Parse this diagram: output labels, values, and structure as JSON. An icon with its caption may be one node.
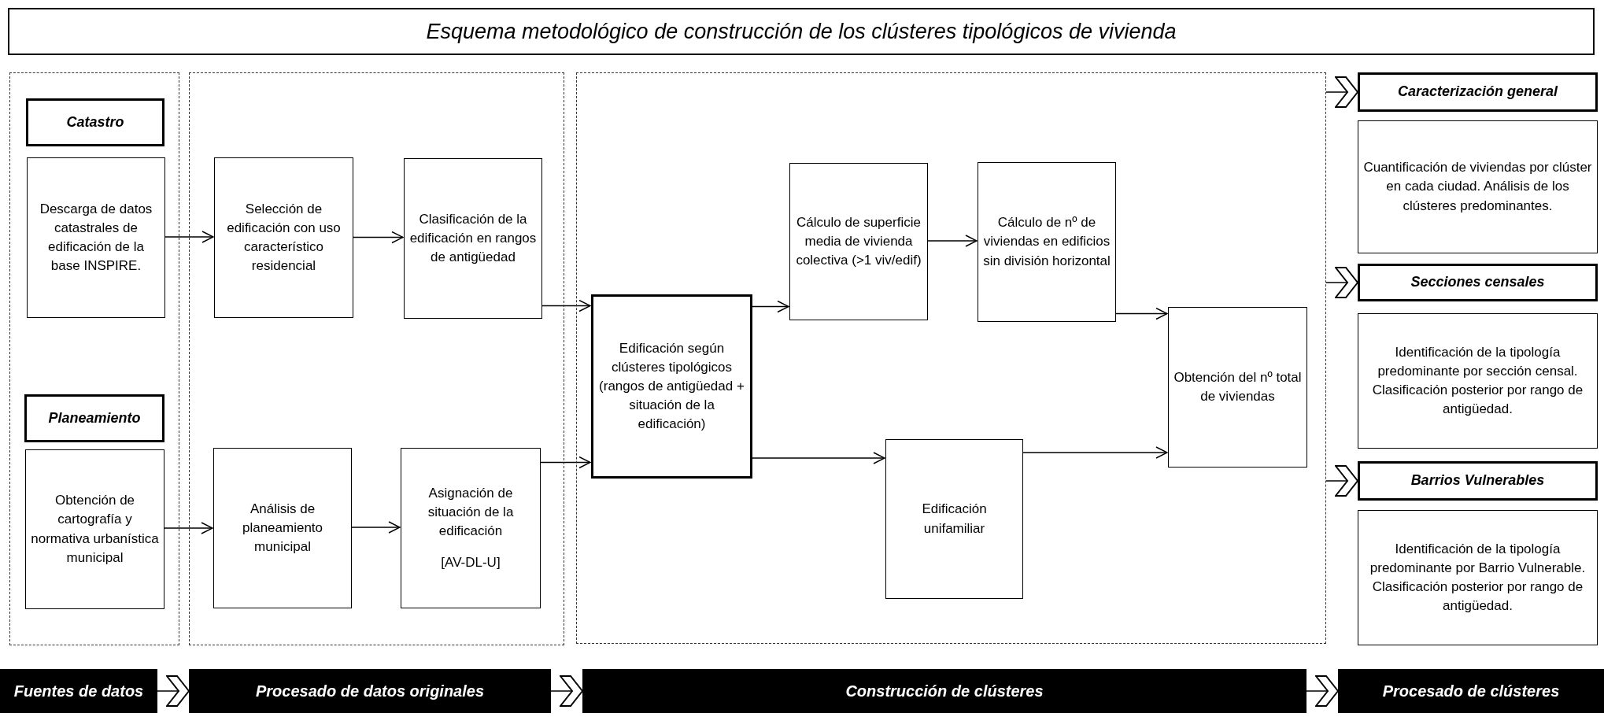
{
  "diagram": {
    "title": "Esquema metodológico de construcción de los clústeres tipológicos de vivienda",
    "nodes": [
      {
        "text": [],
        "shape": "box"
      },
      {
        "text": [
          "Catastro"
        ],
        "in": 0
      },
      {
        "text": [
          "Descarga de datos catastrales de edificación de la base INSPIRE."
        ],
        "in": 0
      },
      {
        "text": [
          "Planeamiento"
        ],
        "in": 0
      },
      {
        "text": [
          "Obtención de cartografía y normativa urbanística municipal"
        ],
        "in": 0
      },
      {
        "text": [],
        "shape": "box"
      },
      {
        "text": [
          "Selección de edificación con uso característico residencial"
        ],
        "in": 5
      },
      {
        "text": [
          "Clasificación de la edificación en rangos de antigüedad"
        ],
        "in": 5
      },
      {
        "text": [
          "Análisis de planeamiento municipal"
        ],
        "in": 5
      },
      {
        "text": [
          "Asignación de situación de la edificación",
          "[AV-DL-U]"
        ],
        "in": 5
      },
      {
        "text": [],
        "shape": "box"
      },
      {
        "text": [
          "Edificación según clústeres tipológicos (rangos de antigüedad + situación de la edificación)"
        ],
        "in": 10
      },
      {
        "text": [
          "Cálculo de superficie media de vivienda colectiva (>1 viv/edif)"
        ],
        "in": 10
      },
      {
        "text": [
          "Cálculo de nº de viviendas en edificios sin división horizontal"
        ],
        "in": 10
      },
      {
        "text": [
          "Edificación unifamiliar"
        ],
        "in": 10
      },
      {
        "text": [
          "Obtención del nº total de viviendas"
        ],
        "in": 10
      },
      {
        "text": [
          "Caracterización general"
        ]
      },
      {
        "text": [
          "Cuantificación de viviendas por clúster en cada ciudad. Análisis de los clústeres predominantes."
        ]
      },
      {
        "text": [
          "Secciones censales"
        ]
      },
      {
        "text": [
          "Identificación de la tipología predominante por sección censal. Clasificación posterior por rango de antigüedad."
        ]
      },
      {
        "text": [
          "Barrios Vulnerables"
        ]
      },
      {
        "text": [
          "Identificación de la tipología predominante por Barrio Vulnerable. Clasificación posterior por rango de antigüedad."
        ]
      },
      {
        "text": [
          "Fuentes de datos"
        ]
      },
      {
        "text": [
          "Procesado de datos originales"
        ]
      },
      {
        "text": [
          "Construcción de clústeres"
        ]
      },
      {
        "text": [
          "Procesado de clústeres"
        ]
      }
    ],
    "edges": [
      {
        "from": 2,
        "to": 6,
        "arrow": "to"
      },
      {
        "from": 6,
        "to": 7,
        "arrow": "to"
      },
      {
        "from": 7,
        "to": 11,
        "arrow": "to"
      },
      {
        "from": 4,
        "to": 8,
        "arrow": "to"
      },
      {
        "from": 8,
        "to": 9,
        "arrow": "to"
      },
      {
        "from": 9,
        "to": 11,
        "arrow": "to"
      },
      {
        "from": 11,
        "to": 12,
        "arrow": "to"
      },
      {
        "from": 11,
        "to": 14,
        "arrow": "to"
      },
      {
        "from": 12,
        "to": 13,
        "arrow": "to"
      },
      {
        "from": 13,
        "to": 15,
        "arrow": "to"
      },
      {
        "from": 14,
        "to": 15,
        "arrow": "to"
      },
      {
        "from": 10,
        "to": 16,
        "arrow": "to"
      },
      {
        "from": 10,
        "to": 18,
        "arrow": "to"
      },
      {
        "from": 10,
        "to": 20,
        "arrow": "to"
      },
      {
        "from": 22,
        "to": 23,
        "arrow": "to"
      },
      {
        "from": 23,
        "to": 24,
        "arrow": "to"
      },
      {
        "from": 24,
        "to": 25,
        "arrow": "to"
      }
    ]
  }
}
